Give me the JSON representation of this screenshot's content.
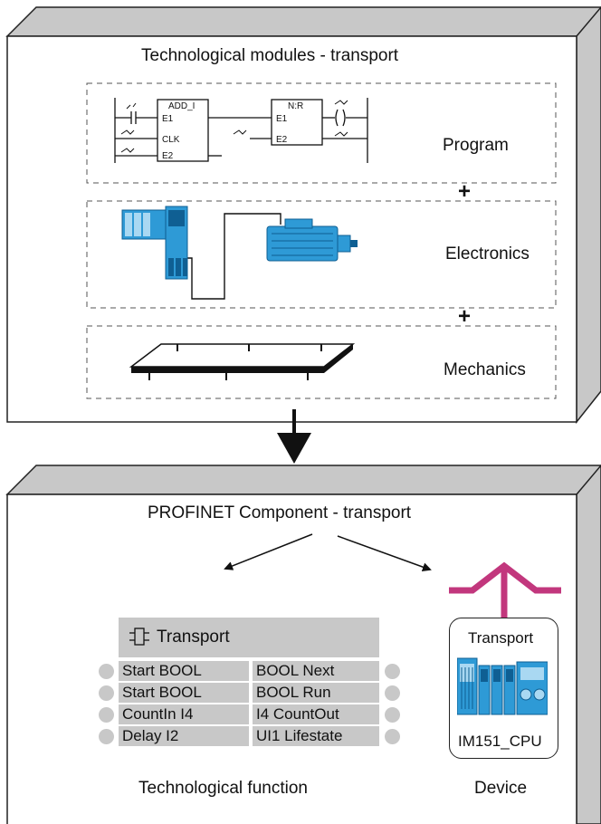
{
  "colors": {
    "box_face": "#ffffff",
    "box_side": "#c8c8c8",
    "box_outline": "#222222",
    "block_fill": "#c8c8c8",
    "bus_color": "#c2377d",
    "hardware_blue": "#2e9ad6",
    "hardware_dark": "#0f5f93"
  },
  "top_box": {
    "title": "Technological modules - transport",
    "sections": [
      {
        "label": "Program",
        "icon": "ladder-diagram-icon"
      },
      {
        "label": "Electronics",
        "icon": "drive-motor-icon"
      },
      {
        "label": "Mechanics",
        "icon": "conveyor-icon"
      }
    ],
    "plus_signs": [
      "+",
      "+"
    ],
    "ladder": {
      "block1_title": "ADD_I",
      "block1_inputs": [
        "E1",
        "CLK",
        "E2"
      ],
      "block2_title": "N:R",
      "block2_inputs": [
        "E1",
        "E2"
      ]
    }
  },
  "bottom_box": {
    "title": "PROFINET Component - transport",
    "function_block": {
      "title": "Transport",
      "icon": "function-block-icon",
      "inputs": [
        "Start BOOL",
        "Start BOOL",
        "CountIn I4",
        "Delay I2"
      ],
      "outputs": [
        "BOOL Next",
        "BOOL Run",
        "I4 CountOut",
        "UI1 Lifestate"
      ]
    },
    "device": {
      "title": "Transport",
      "name": "IM151_CPU",
      "icon": "et200-device-icon"
    },
    "captions": {
      "function": "Technological function",
      "device": "Device"
    }
  }
}
